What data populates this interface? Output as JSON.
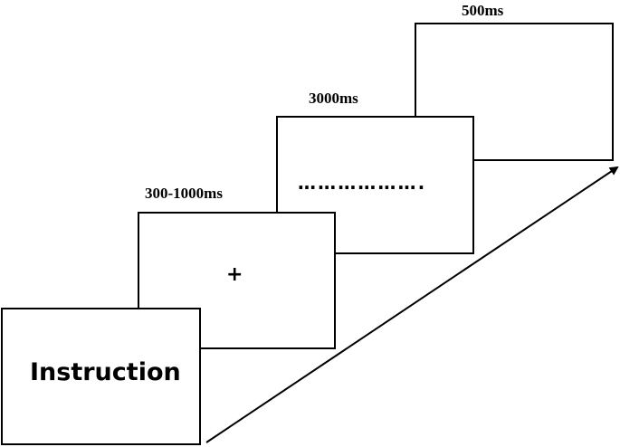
{
  "steps": [
    {
      "screen": "Instruction",
      "duration": ""
    },
    {
      "screen": "+",
      "duration": "300-1000ms"
    },
    {
      "screen": "……………….",
      "duration": "3000ms"
    },
    {
      "screen": "",
      "duration": "500ms"
    }
  ],
  "colors": {
    "stroke": "#000000",
    "background": "#ffffff"
  }
}
